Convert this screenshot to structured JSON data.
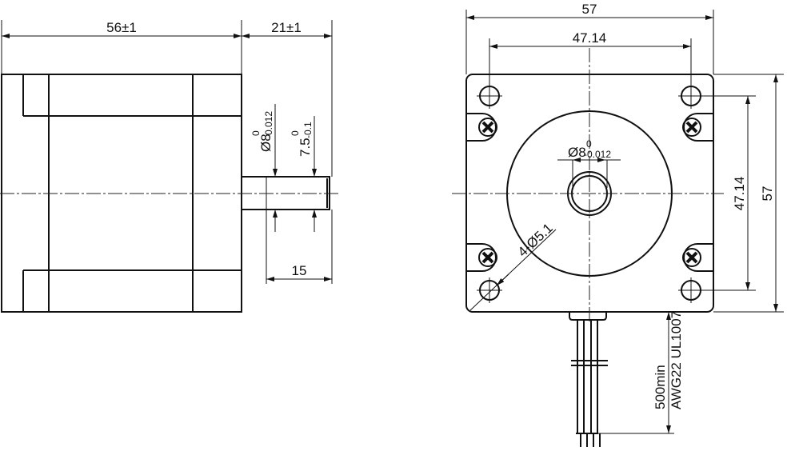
{
  "side_view": {
    "length_label": "56±1",
    "shaft_length_label": "21±1",
    "flat_length_label": "15",
    "shaft_dia_label": "Ø8",
    "shaft_dia_tol_upper": "0",
    "shaft_dia_tol_lower": "-0.012",
    "flat_label": "7.5",
    "flat_tol_upper": "0",
    "flat_tol_lower": "-0.1"
  },
  "front_view": {
    "width_label": "57",
    "hole_spacing_h_label": "47.14",
    "hole_spacing_v_label": "47.14",
    "height_label": "57",
    "shaft_dia_label": "Ø8",
    "shaft_dia_tol_upper": "0",
    "shaft_dia_tol_lower": "-0.012",
    "holes_label": "4-Ø5.1",
    "lead_length_label": "500min",
    "wire_spec_label": "AWG22 UL1007"
  }
}
